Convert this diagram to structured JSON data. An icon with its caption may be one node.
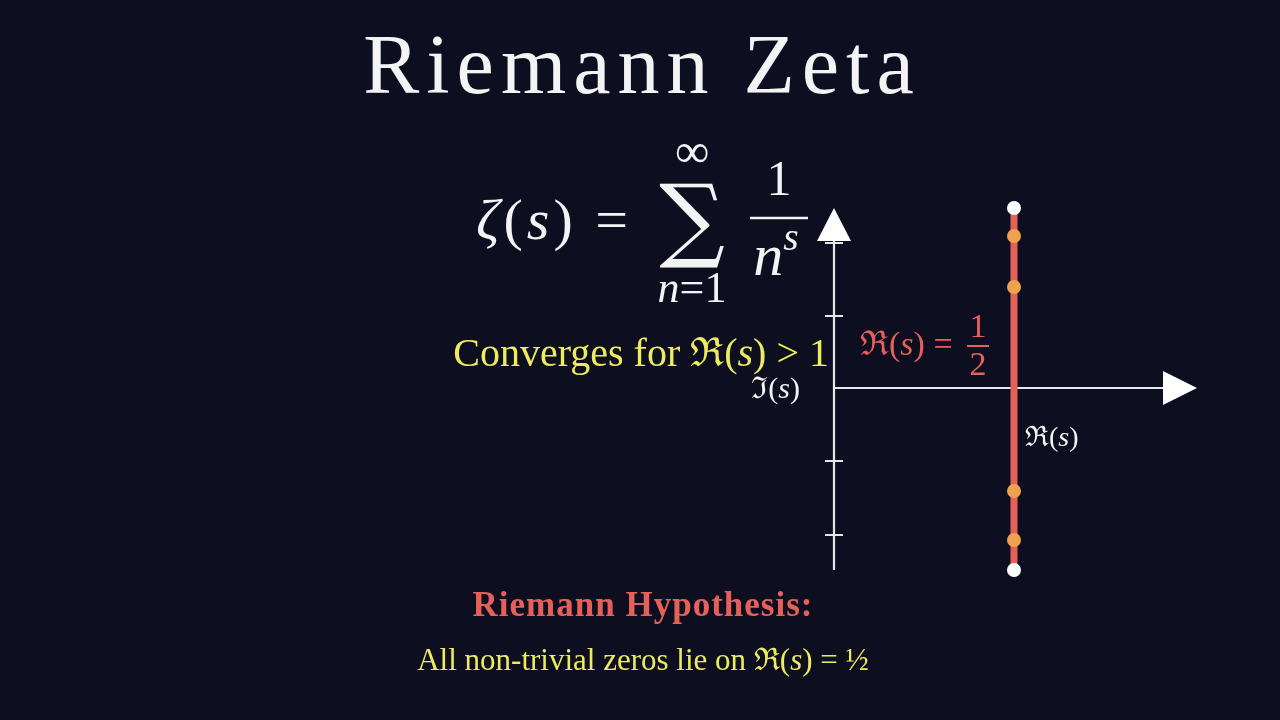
{
  "diagram": {
    "title": "Riemann Zeta",
    "labels": [
      "*ζ*(*s*) =",
      "∑",
      "∞",
      "*n*=1",
      "1",
      "*n*$^{s}$",
      "Converges for ℜ(*s*) > 1",
      "ℑ(*s*)",
      "ℜ(*s*) =",
      "1",
      "2",
      "ℜ(*s*)",
      "Riemann Hypothesis:",
      "All non-trivial zeros lie on ℜ(*s*) = ½"
    ]
  }
}
